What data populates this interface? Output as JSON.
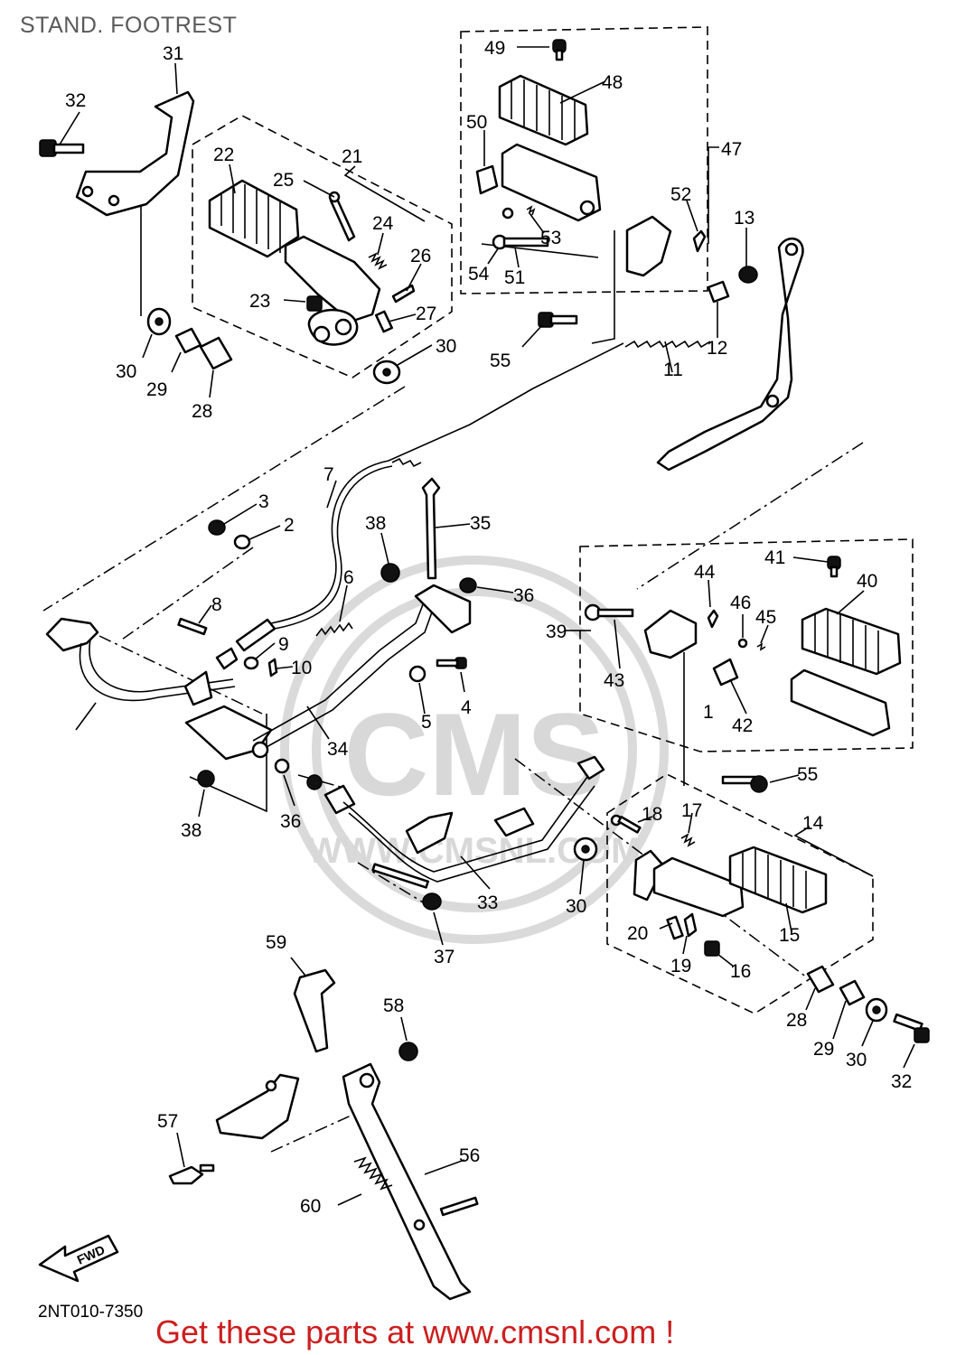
{
  "title": "STAND. FOOTREST",
  "diagram_code": "2NT010-7350",
  "footer_text": "Get these parts at www.cmsnl.com !",
  "watermark": {
    "brand": "CMS",
    "url": "WWW.CMSNL.COM"
  },
  "fwd_arrow_label": "FWD",
  "colors": {
    "footer": "#cc1f1f",
    "title": "#5a5a5a",
    "watermark": "#d8d8d8"
  },
  "callouts": [
    "1",
    "2",
    "3",
    "4",
    "5",
    "6",
    "7",
    "8",
    "9",
    "10",
    "11",
    "12",
    "13",
    "14",
    "15",
    "16",
    "17",
    "18",
    "19",
    "20",
    "21",
    "22",
    "23",
    "24",
    "25",
    "26",
    "27",
    "28",
    "28",
    "29",
    "29",
    "30",
    "30",
    "30",
    "30",
    "31",
    "32",
    "32",
    "33",
    "34",
    "35",
    "36",
    "36",
    "37",
    "38",
    "38",
    "39",
    "40",
    "41",
    "42",
    "43",
    "44",
    "45",
    "46",
    "47",
    "48",
    "49",
    "50",
    "51",
    "52",
    "53",
    "54",
    "55",
    "55",
    "56",
    "57",
    "58",
    "59",
    "60"
  ]
}
